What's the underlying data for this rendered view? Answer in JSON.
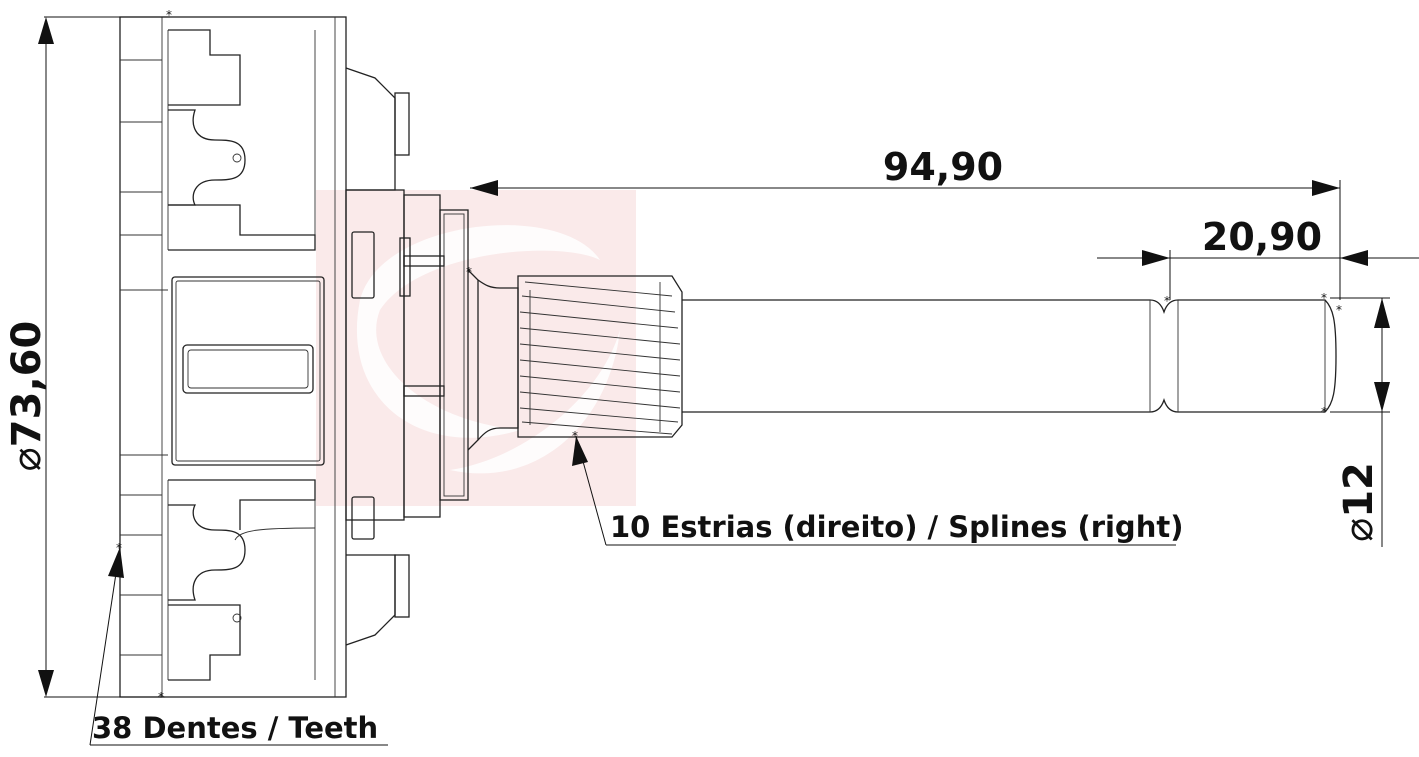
{
  "dimensions": {
    "overall_diameter": "73,60",
    "shaft_length": "94,90",
    "tip_length": "20,90",
    "shaft_diameter": "12"
  },
  "labels": {
    "splines": "10 Estrias (direito) / Splines (right)",
    "teeth": "38 Dentes / Teeth"
  },
  "colors": {
    "line": "#222222",
    "watermark": "#f3c9c9"
  }
}
